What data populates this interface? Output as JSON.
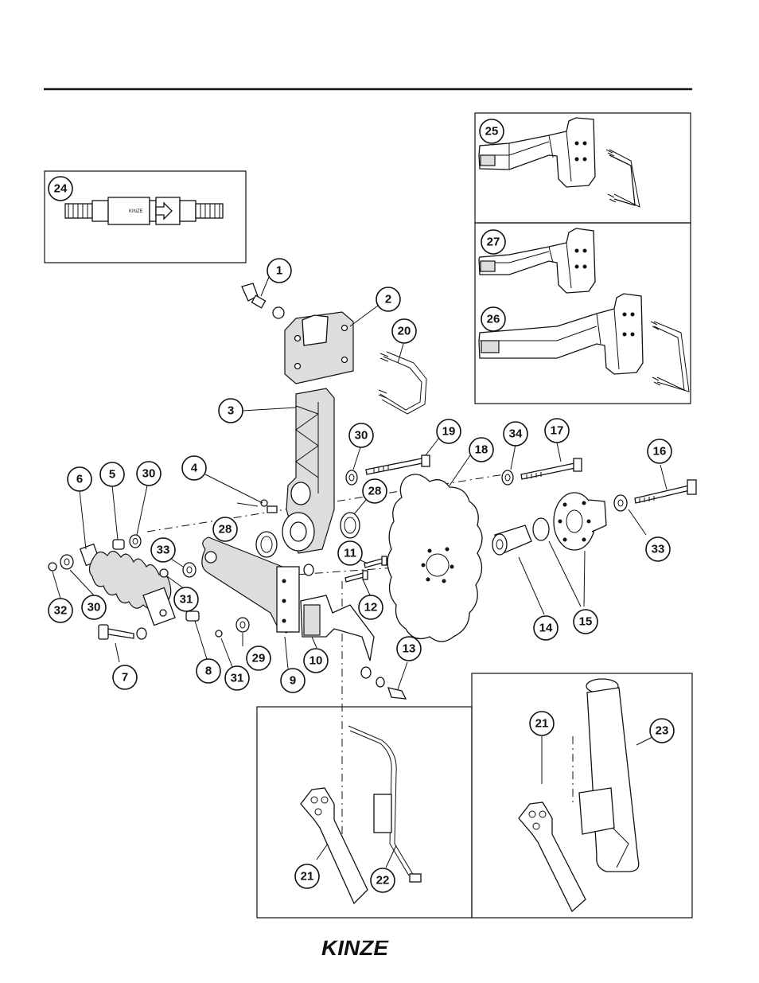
{
  "diagram": {
    "callouts": [
      "1",
      "2",
      "3",
      "4",
      "5",
      "6",
      "7",
      "8",
      "9",
      "10",
      "11",
      "12",
      "13",
      "14",
      "15",
      "16",
      "17",
      "18",
      "19",
      "20",
      "21",
      "22",
      "23",
      "24",
      "25",
      "26",
      "27",
      "28",
      "29",
      "30",
      "31",
      "32",
      "33",
      "34"
    ]
  },
  "inset_24": {
    "callout": "24"
  },
  "inset_25": {
    "callout": "25"
  },
  "inset_26_27": {
    "callouts": [
      "27",
      "26"
    ]
  },
  "inset_21_22": {
    "callouts": [
      "21",
      "22"
    ]
  },
  "inset_21_23": {
    "callouts": [
      "21",
      "23"
    ]
  },
  "footer": {
    "logo_text": "KINZE"
  }
}
